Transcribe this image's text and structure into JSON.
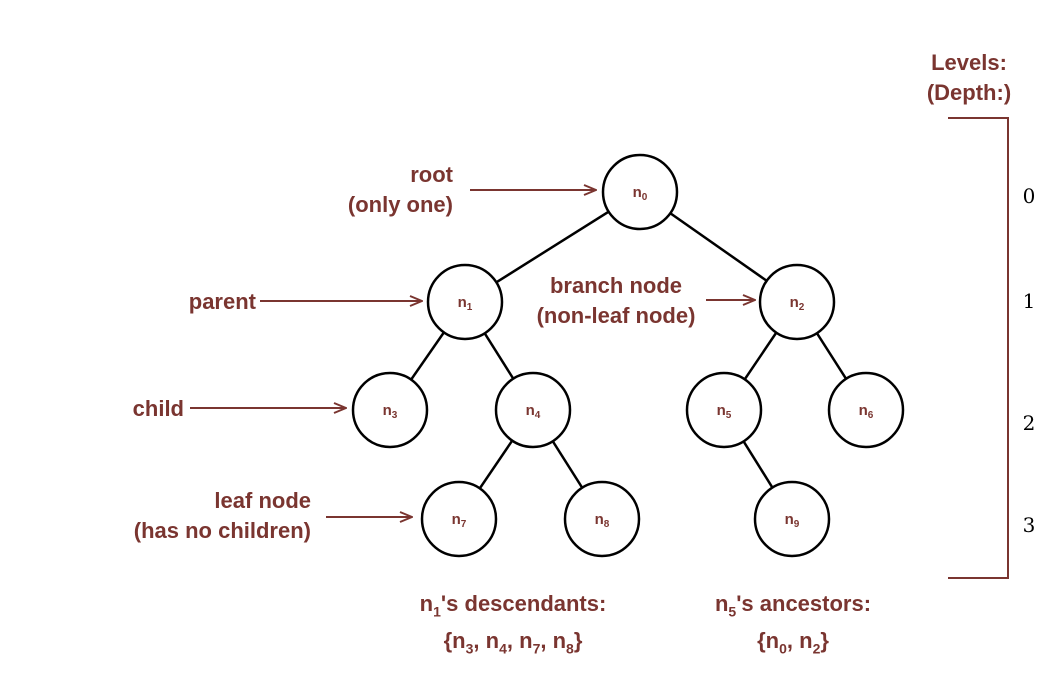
{
  "colors": {
    "label": "#7a3530",
    "stroke": "#000000",
    "node_fill": "#ffffff"
  },
  "nodes": [
    {
      "id": "n0",
      "base": "n",
      "sub": "0"
    },
    {
      "id": "n1",
      "base": "n",
      "sub": "1"
    },
    {
      "id": "n2",
      "base": "n",
      "sub": "2"
    },
    {
      "id": "n3",
      "base": "n",
      "sub": "3"
    },
    {
      "id": "n4",
      "base": "n",
      "sub": "4"
    },
    {
      "id": "n5",
      "base": "n",
      "sub": "5"
    },
    {
      "id": "n6",
      "base": "n",
      "sub": "6"
    },
    {
      "id": "n7",
      "base": "n",
      "sub": "7"
    },
    {
      "id": "n8",
      "base": "n",
      "sub": "8"
    },
    {
      "id": "n9",
      "base": "n",
      "sub": "9"
    }
  ],
  "edges": [
    [
      "n0",
      "n1"
    ],
    [
      "n0",
      "n2"
    ],
    [
      "n1",
      "n3"
    ],
    [
      "n1",
      "n4"
    ],
    [
      "n2",
      "n5"
    ],
    [
      "n2",
      "n6"
    ],
    [
      "n4",
      "n7"
    ],
    [
      "n4",
      "n8"
    ],
    [
      "n5",
      "n9"
    ]
  ],
  "labels": {
    "root": {
      "line1": "root",
      "line2": "(only one)"
    },
    "parent": {
      "line1": "parent"
    },
    "child": {
      "line1": "child"
    },
    "leaf": {
      "line1": "leaf node",
      "line2": "(has no children)"
    },
    "branch": {
      "line1": "branch node",
      "line2": "(non-leaf node)"
    }
  },
  "descendants": {
    "line1_prefix": "n",
    "line1_sub": "1",
    "line1_suffix": "'s descendants:",
    "items": [
      {
        "base": "n",
        "sub": "3"
      },
      {
        "base": "n",
        "sub": "4"
      },
      {
        "base": "n",
        "sub": "7"
      },
      {
        "base": "n",
        "sub": "8"
      }
    ]
  },
  "ancestors": {
    "line1_prefix": "n",
    "line1_sub": "5",
    "line1_suffix": "'s ancestors:",
    "items": [
      {
        "base": "n",
        "sub": "0"
      },
      {
        "base": "n",
        "sub": "2"
      }
    ]
  },
  "levels": {
    "title_line1": "Levels:",
    "title_line2": "(Depth:)",
    "values": [
      "0",
      "1",
      "2",
      "3"
    ]
  }
}
